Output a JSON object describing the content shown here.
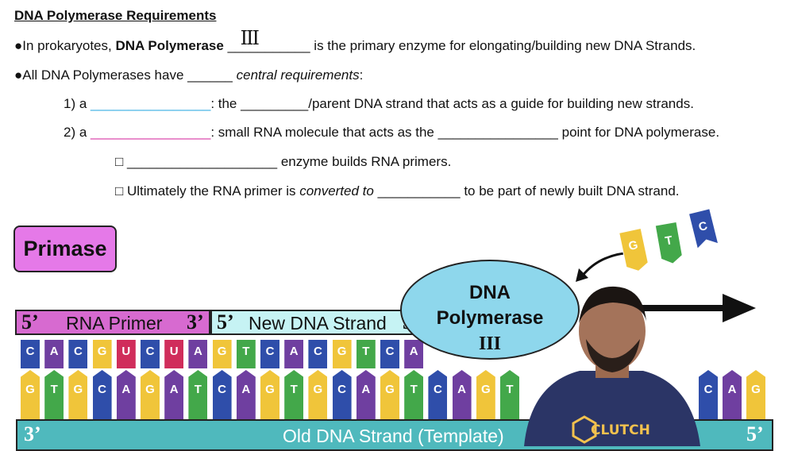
{
  "title": "DNA Polymerase Requirements",
  "line1": {
    "bullet": "●",
    "pre": "In prokaryotes, ",
    "bold": "DNA Polymerase",
    "blank": "___________",
    "handwriting": "III",
    "post": " is the primary enzyme for elongating/building new DNA Strands."
  },
  "line2": {
    "bullet": "●",
    "pre": "All DNA Polymerases have ",
    "blank": "______",
    "italic": "central requirements",
    "post": ":"
  },
  "req1": {
    "num": "1) a ",
    "blank": "________________",
    "mid": ": the ",
    "blank2": "_________",
    "post": "/parent DNA strand that acts as a guide for building new strands."
  },
  "req2": {
    "num": "2) a ",
    "blank": "________________",
    "mid": ": small RNA molecule that acts as the ",
    "blank2": "________________",
    "post": " point for DNA polymerase."
  },
  "sub1": {
    "box": "□",
    "blank": "____________________",
    "post": " enzyme builds RNA primers."
  },
  "sub2": {
    "box": "□",
    "pre": " Ultimately the RNA primer is ",
    "italic": "converted to",
    "blank": "___________",
    "post": " to be part of newly built DNA strand."
  },
  "primase_label": "Primase",
  "rna_primer": {
    "five": "5’",
    "label": "RNA Primer",
    "three": "3’"
  },
  "new_strand": {
    "five": "5’",
    "label": "New DNA Strand",
    "three": "3’"
  },
  "polymerase": {
    "line1": "DNA",
    "line2": "Polymerase",
    "line3": "III"
  },
  "old_strand": {
    "three": "3’",
    "label": "Old DNA Strand (Template)",
    "five": "5’"
  },
  "free_nucleotides": [
    "G",
    "T",
    "C"
  ],
  "top_bases": [
    "C",
    "A",
    "C",
    "G",
    "U",
    "C",
    "U",
    "A",
    "G",
    "T",
    "C",
    "A",
    "C",
    "G",
    "T",
    "C",
    "A"
  ],
  "bottom_bases": [
    "G",
    "T",
    "G",
    "C",
    "A",
    "G",
    "A",
    "T",
    "C",
    "A",
    "G",
    "T",
    "G",
    "C",
    "A",
    "G",
    "T",
    "C",
    "A",
    "G",
    "T"
  ],
  "right_bases": [
    "C",
    "A",
    "G"
  ],
  "logo_text": "CLUTCH",
  "colors": {
    "C": "#2f4eaa",
    "G": "#f0c53a",
    "A": "#6f3fa0",
    "T": "#43a84a",
    "U": "#d02d5b",
    "rna_primer_bg": "#d76ad0",
    "new_strand_bg": "#c6f3f4",
    "old_strand_bg": "#4fb9bd",
    "polymerase_bg": "#8ed7ec",
    "primase_bg": "#e579e8"
  }
}
